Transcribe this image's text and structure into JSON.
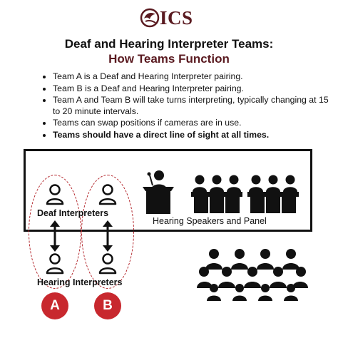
{
  "logo": {
    "text": "ICS"
  },
  "title": {
    "line1": "Deaf and Hearing Interpreter Teams:",
    "line2": "How Teams Function"
  },
  "bullets": [
    {
      "text": "Team A is a Deaf and Hearing Interpreter pairing.",
      "bold": false
    },
    {
      "text": "Team B is a Deaf and Hearing Interpreter pairing.",
      "bold": false
    },
    {
      "text": "Team A and Team B will take turns interpreting, typically changing at 15 to 20 minute intervals.",
      "bold": false
    },
    {
      "text": "Teams can swap positions if cameras are in use.",
      "bold": false
    },
    {
      "text": "Teams should have a direct line of sight at all times.",
      "bold": true
    }
  ],
  "labels": {
    "deaf_interpreters": "Deaf Interpreters",
    "hearing_interpreters": "Hearing Interpreters",
    "speakers_panel": "Hearing Speakers and Panel"
  },
  "teams": {
    "a": "A",
    "b": "B"
  },
  "colors": {
    "brand": "#5a1a20",
    "accent": "#c8282e",
    "ink": "#111111"
  },
  "icons": [
    "logo-emblem-icon",
    "person-outline-icon",
    "double-arrow-icon",
    "podium-speaker-icon",
    "panel-table-icon",
    "audience-crowd-icon"
  ]
}
